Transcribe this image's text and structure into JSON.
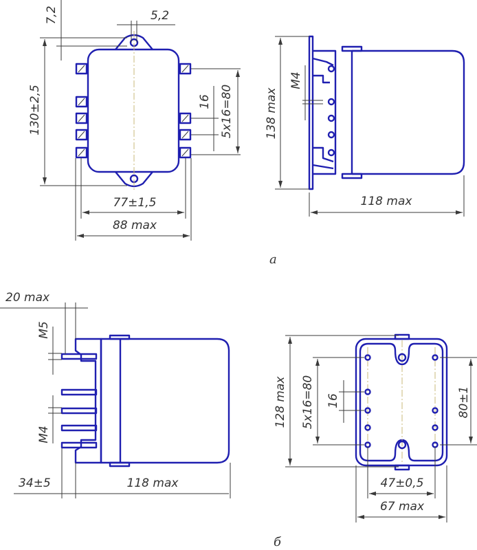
{
  "colors": {
    "outline": "#1f1fb0",
    "dimension": "#3a3a3a",
    "centerline": "#c8b878"
  },
  "view_a": {
    "label": "а",
    "front": {
      "dim_height": "130±2,5",
      "dim_lug": "7,2",
      "dim_hole": "5,2",
      "dim_pitch": "16",
      "dim_pitch_total": "5x16=80",
      "dim_mount": "77±1,5",
      "dim_width": "88 max"
    },
    "side": {
      "dim_height": "138 max",
      "thread": "M4",
      "dim_length": "118 max"
    }
  },
  "view_b": {
    "label": "б",
    "side": {
      "dim_pin": "20 max",
      "thread_top": "M5",
      "thread_bottom": "M4",
      "dim_offset": "34±5",
      "dim_length": "118 max"
    },
    "bottom": {
      "dim_height": "128 max",
      "dim_pitch_total": "5x16=80",
      "dim_pitch": "16",
      "dim_mount": "80±1",
      "dim_hole_spacing": "47±0,5",
      "dim_width": "67 max"
    }
  }
}
